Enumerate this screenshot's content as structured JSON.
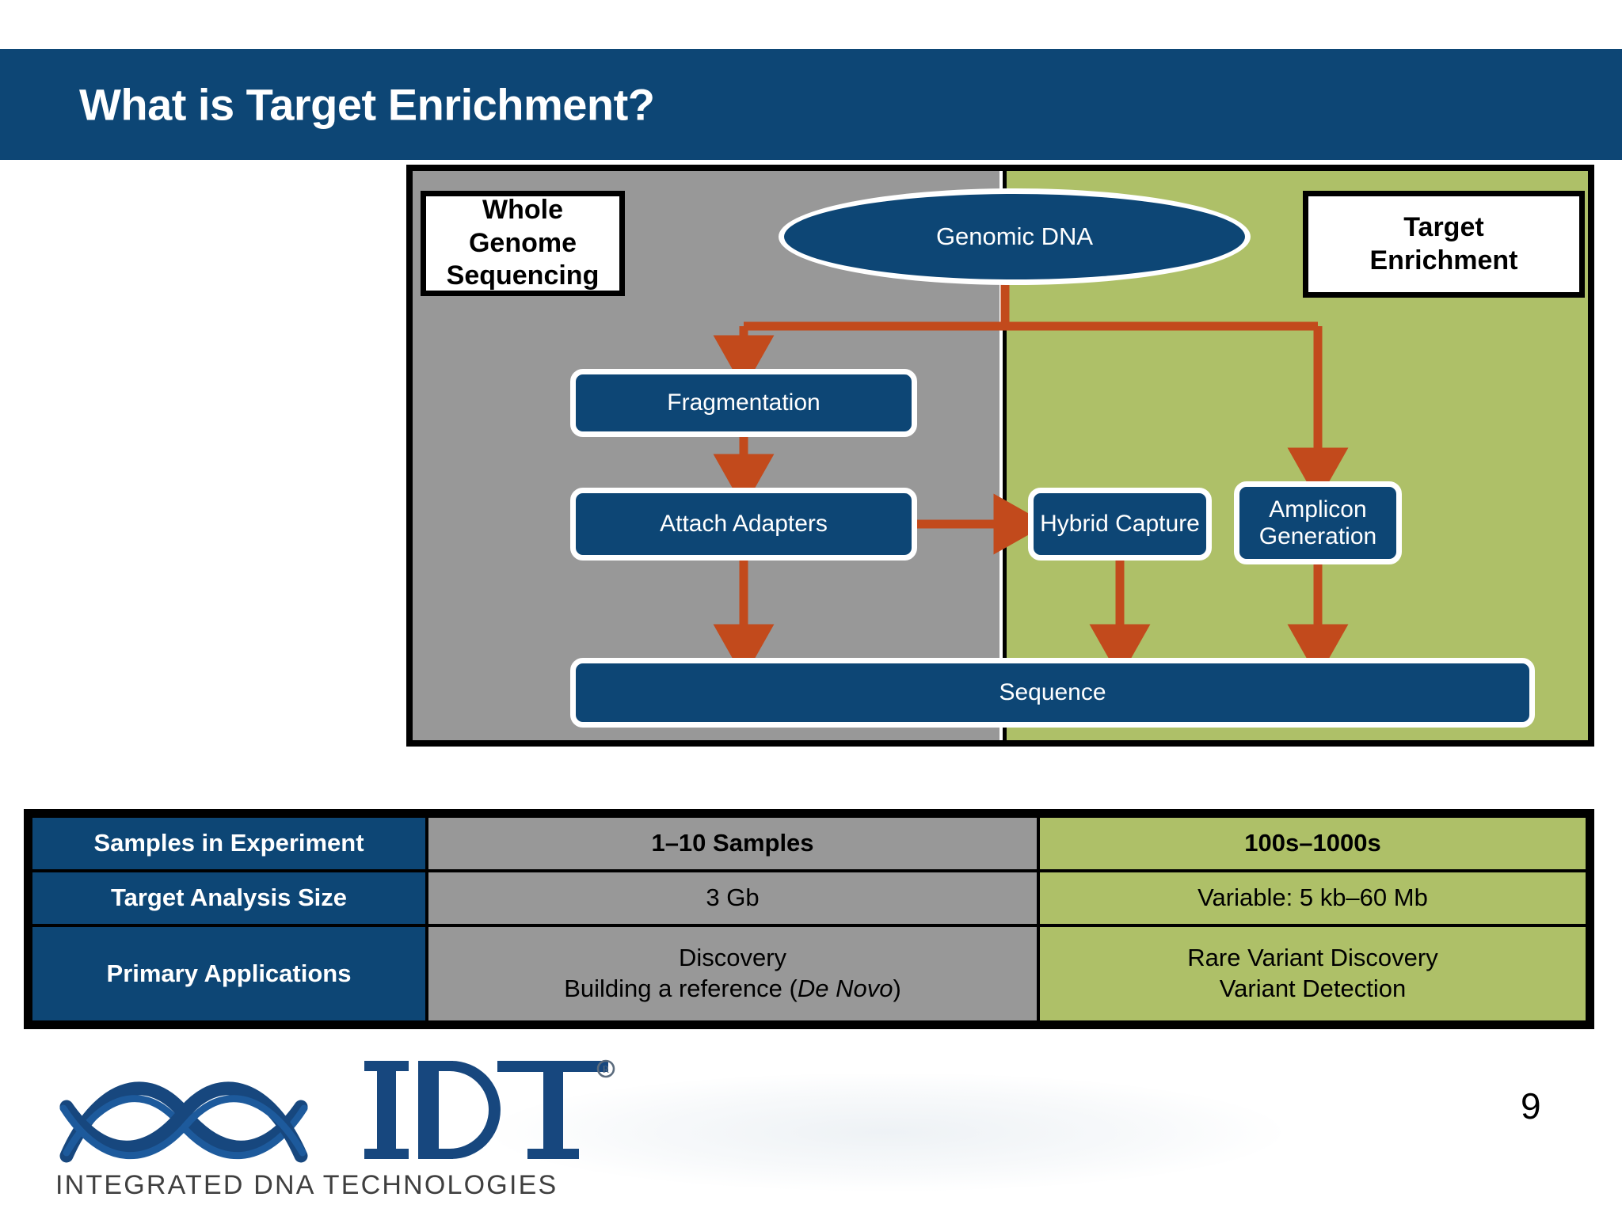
{
  "slide": {
    "title": "What is Target Enrichment?",
    "page_number": "9"
  },
  "colors": {
    "title_bar": "#0d4675",
    "brand_blue": "#0d4675",
    "wgs_gray": "#989898",
    "target_green": "#aec068",
    "arrow_orange": "#c24a1c",
    "frame_black": "#000000",
    "white": "#ffffff"
  },
  "diagram": {
    "left_panel_label": "Whole Genome\nSequencing",
    "left_panel_label_line1": "Whole Genome",
    "left_panel_label_line2": "Sequencing",
    "right_panel_label_line1": "Target",
    "right_panel_label_line2": "Enrichment",
    "source_node": "Genomic DNA",
    "steps": {
      "fragmentation": "Fragmentation",
      "attach_adapters": "Attach Adapters",
      "hybrid_capture": "Hybrid Capture",
      "amplicon_generation_line1": "Amplicon",
      "amplicon_generation_line2": "Generation",
      "sequence": "Sequence"
    }
  },
  "table": {
    "rows": [
      {
        "label": "Samples in Experiment",
        "wgs": "1–10 Samples",
        "te": "100s–1000s",
        "bold": true
      },
      {
        "label": "Target Analysis Size",
        "wgs": "3 Gb",
        "te": "Variable: 5 kb–60 Mb",
        "bold": false
      },
      {
        "label": "Primary Applications",
        "wgs_line1": "Discovery",
        "wgs_line2_pre": "Building a reference (",
        "wgs_line2_em": "De Novo",
        "wgs_line2_post": ")",
        "te_line1": "Rare Variant Discovery",
        "te_line2": "Variant Detection",
        "bold": false
      }
    ]
  },
  "footer": {
    "logo_mark": "IDT",
    "logo_registered": "®",
    "logo_tagline": "INTEGRATED DNA TECHNOLOGIES"
  }
}
